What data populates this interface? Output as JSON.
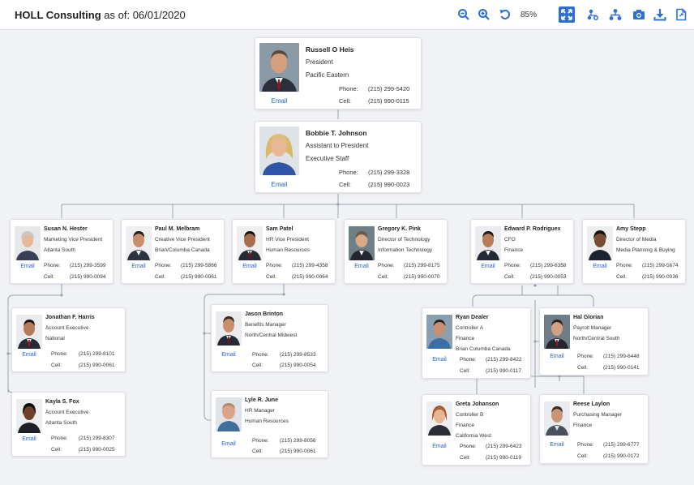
{
  "header": {
    "company": "HOLL Consulting",
    "as_of_label": "as of:",
    "date": "06/01/2020",
    "zoom": "85%"
  },
  "toolbar_icons": [
    "zoom-out-icon",
    "zoom-in-icon",
    "reset-zoom-icon",
    "fit-to-screen-icon",
    "layout-icon",
    "hierarchy-icon",
    "camera-icon",
    "download-icon",
    "export-icon"
  ],
  "labels": {
    "email": "Email",
    "phone": "Phone:",
    "cell": "Cell:"
  },
  "employees": {
    "heis": {
      "name": "Russell O Heis",
      "title": "President",
      "dept": "Pacific Eastern",
      "phone": "(215) 299-5420",
      "cell": "(215) 990-0115"
    },
    "johnson_b": {
      "name": "Bobbie T. Johnson",
      "title": "Assistant to President",
      "dept": "Executive Staff",
      "phone": "(215) 299-3328",
      "cell": "(215) 990-0023"
    },
    "hester": {
      "name": "Susan N. Hester",
      "title": "Marketing Vice President",
      "dept": "Atlanta South",
      "phone": "(215) 299-3599",
      "cell": "(215) 990-0094"
    },
    "melbram": {
      "name": "Paul M. Melbram",
      "title": "Creative Vice President",
      "dept": "Brian/Columba Canada",
      "phone": "(215) 299-5866",
      "cell": "(215) 990-0061"
    },
    "patel": {
      "name": "Sam Patel",
      "title": "HR Vice President",
      "dept": "Human Resources",
      "phone": "(215) 299-4358",
      "cell": "(215) 990-0064"
    },
    "pink": {
      "name": "Gregory K. Pink",
      "title": "Director of Technology",
      "dept": "Information Technology",
      "phone": "(215) 299-8175",
      "cell": "(215) 990-0070"
    },
    "rodriguez": {
      "name": "Edward P. Rodriguex",
      "title": "CFO",
      "dept": "Finance",
      "phone": "(215) 299-6358",
      "cell": "(215) 990-0053"
    },
    "stepp": {
      "name": "Amy Stepp",
      "title": "Director of Media",
      "dept": "Media Planning & Buying",
      "phone": "(215) 299-5674",
      "cell": "(215) 990-0036"
    },
    "harris": {
      "name": "Jonathan F. Harris",
      "title": "Account Executive",
      "dept": "National",
      "phone": "(215) 299-8101",
      "cell": "(215) 990-0061"
    },
    "fox": {
      "name": "Kayla S. Fox",
      "title": "Account Executive",
      "dept": "Atlanta South",
      "phone": "(215) 299-8307",
      "cell": "(215) 990-0025"
    },
    "brinton": {
      "name": "Jason Brinton",
      "title": "Benefits Manager",
      "dept": "North/Central Midwest",
      "phone": "(215) 299-8533",
      "cell": "(215) 990-0054"
    },
    "june": {
      "name": "Lyle R. June",
      "title": "HR Manager",
      "dept": "Human Resources",
      "phone": "(215) 299-8056",
      "cell": "(215) 990-0061"
    },
    "dealer": {
      "name": "Ryan Dealer",
      "title": "Controller A",
      "dept": "Finance",
      "region": "Brian Columba Canada",
      "phone": "(215) 299-8422",
      "cell": "(215) 990-0117"
    },
    "glorian": {
      "name": "Hal Glorian",
      "title": "Payroll Manager",
      "dept": "North/Central South",
      "phone": "(215) 299-6448",
      "cell": "(215) 990-0141"
    },
    "johanson": {
      "name": "Greta Johanson",
      "title": "Controller B",
      "dept": "Finance",
      "region": "California West",
      "phone": "(215) 299-6423",
      "cell": "(215) 990-0119"
    },
    "laylon": {
      "name": "Reese Laylon",
      "title": "Purchasing Manager",
      "dept": "Finance",
      "phone": "(215) 299-6777",
      "cell": "(215) 990-0172"
    }
  },
  "colors": {
    "accent": "#2d6fd2",
    "link": "#2563c5",
    "connector": "#9aa3ad",
    "background": "#f1f2f5"
  }
}
